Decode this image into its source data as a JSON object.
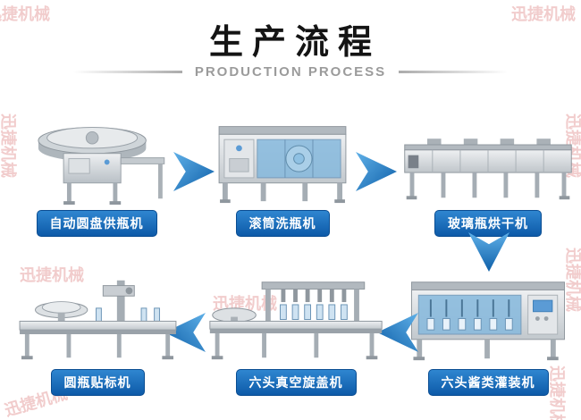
{
  "header": {
    "title": "生产流程",
    "subtitle": "PRODUCTION PROCESS"
  },
  "watermark_text": "迅捷机械",
  "steps": [
    {
      "id": 1,
      "label": "自动圆盘供瓶机"
    },
    {
      "id": 2,
      "label": "滚筒洗瓶机"
    },
    {
      "id": 3,
      "label": "玻璃瓶烘干机"
    },
    {
      "id": 4,
      "label": "六头酱类灌装机"
    },
    {
      "id": 5,
      "label": "六头真空旋盖机"
    },
    {
      "id": 6,
      "label": "圆瓶贴标机"
    }
  ],
  "colors": {
    "label_blue": "#1266b1",
    "arrow_blue_light": "#5fb0e8",
    "arrow_blue_dark": "#0e5fa8",
    "subtitle_gray": "#9b9b9b",
    "watermark_pink": "#e59a9a",
    "title_black": "#141414"
  }
}
